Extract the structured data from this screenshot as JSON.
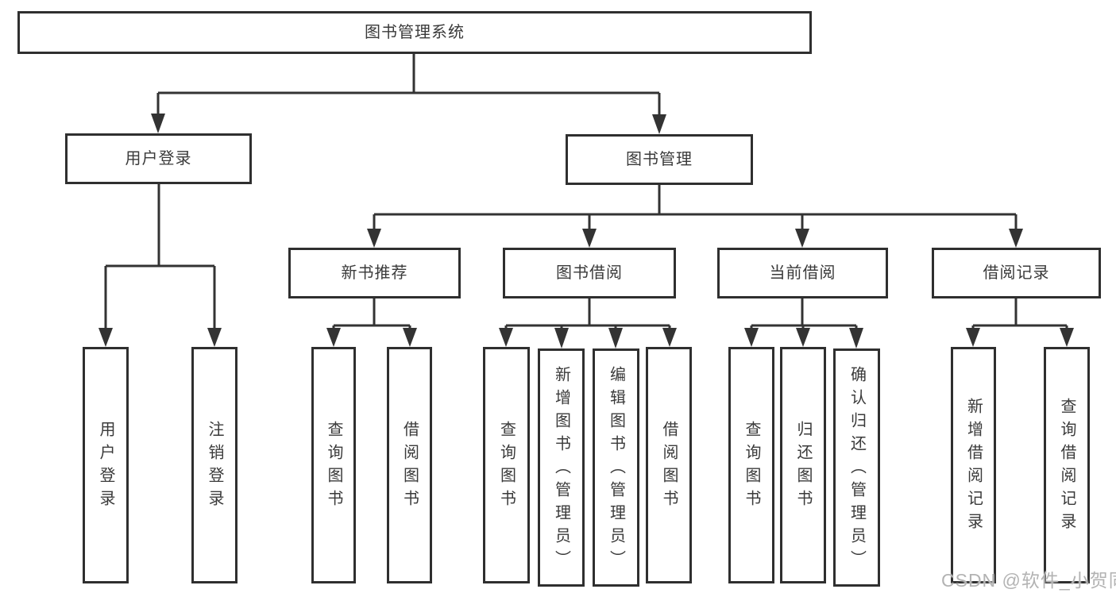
{
  "tree": {
    "root": "图书管理系统",
    "branches": [
      {
        "label": "用户登录",
        "children": [
          "用户登录",
          "注销登录"
        ]
      },
      {
        "label": "图书管理",
        "sections": [
          {
            "label": "新书推荐",
            "children": [
              "查询图书",
              "借阅图书"
            ]
          },
          {
            "label": "图书借阅",
            "children": [
              "查询图书",
              "新增图书（管理员）",
              "编辑图书（管理员）",
              "借阅图书"
            ]
          },
          {
            "label": "当前借阅",
            "children": [
              "查询图书",
              "归还图书",
              "确认归还（管理员）"
            ]
          },
          {
            "label": "借阅记录",
            "children": [
              "新增借阅记录",
              "查询借阅记录"
            ]
          }
        ]
      }
    ]
  },
  "watermark": "CSDN @软件_小贺同学",
  "colors": {
    "line": "#333333",
    "box_border": "#2f2f2f",
    "text": "#3a3a3a",
    "watermark": "#b3b3b3",
    "background": "#ffffff"
  }
}
